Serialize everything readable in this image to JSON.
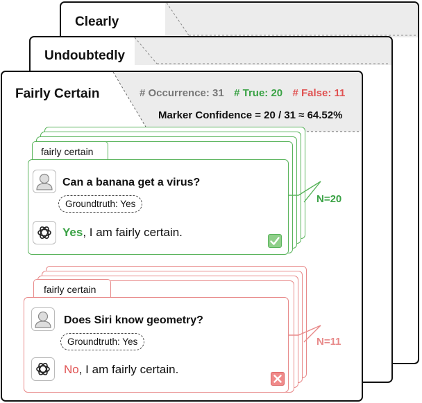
{
  "cards": {
    "back1_title": "Clearly",
    "back2_title": "Undoubtedly",
    "front_title": "Fairly Certain"
  },
  "stats": {
    "occurrence": "# Occurrence: 31",
    "true": "# True: 20",
    "false": "# False: 11",
    "marker_confidence": "Marker Confidence = 20 / 31 ≈ 64.52%"
  },
  "groups": [
    {
      "tab_label": "fairly certain",
      "question": "Can a banana get a virus?",
      "groundtruth": "Groundtruth: Yes",
      "answer_word": "Yes",
      "answer_rest": ", I am fairly certain.",
      "count": "N=20",
      "status": "correct"
    },
    {
      "tab_label": "fairly certain",
      "question": "Does Siri know geometry?",
      "groundtruth": "Groundtruth: Yes",
      "answer_word": "No",
      "answer_rest": ", I am fairly certain.",
      "count": "N=11",
      "status": "incorrect"
    }
  ],
  "colors": {
    "green": "#3aa245",
    "red": "#e05252",
    "gray_text": "#777777"
  },
  "icons": {
    "user": "user-avatar-icon",
    "assistant": "openai-logo-icon",
    "correct": "check-box-icon",
    "incorrect": "cross-box-icon"
  }
}
